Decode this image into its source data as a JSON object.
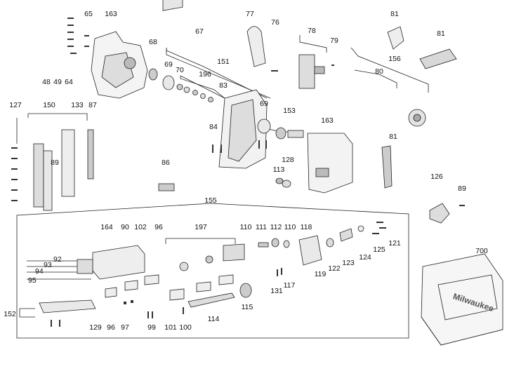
{
  "diagram": {
    "part_numbers": {
      "p65": "65",
      "p163a": "163",
      "p67": "67",
      "p77": "77",
      "p76": "76",
      "p78": "78",
      "p79": "79",
      "p81a": "81",
      "p81b": "81",
      "p68": "68",
      "p151": "151",
      "p69a": "69",
      "p70": "70",
      "p196": "196",
      "p83": "83",
      "p156": "156",
      "p80": "80",
      "p48": "48",
      "p49": "49",
      "p64": "64",
      "p127": "127",
      "p150": "150",
      "p133": "133",
      "p87": "87",
      "p89a": "89",
      "p69b": "69",
      "p153": "153",
      "p84": "84",
      "p163b": "163",
      "p81c": "81",
      "p128": "128",
      "p113": "113",
      "p86": "86",
      "p126": "126",
      "p89b": "89",
      "p155": "155",
      "p164": "164",
      "p90": "90",
      "p102": "102",
      "p96a": "96",
      "p197": "197",
      "p110a": "110",
      "p111": "111",
      "p112": "112",
      "p110b": "110",
      "p118": "118",
      "p92": "92",
      "p93": "93",
      "p94": "94",
      "p95": "95",
      "p700": "700",
      "p125": "125",
      "p121": "121",
      "p124": "124",
      "p123": "123",
      "p122": "122",
      "p119": "119",
      "p117": "117",
      "p131": "131",
      "p115": "115",
      "p114": "114",
      "p152": "152",
      "p129": "129",
      "p96b": "96",
      "p97": "97",
      "p99": "99",
      "p101": "101",
      "p100": "100"
    },
    "case_brand": "Milwaukee"
  }
}
